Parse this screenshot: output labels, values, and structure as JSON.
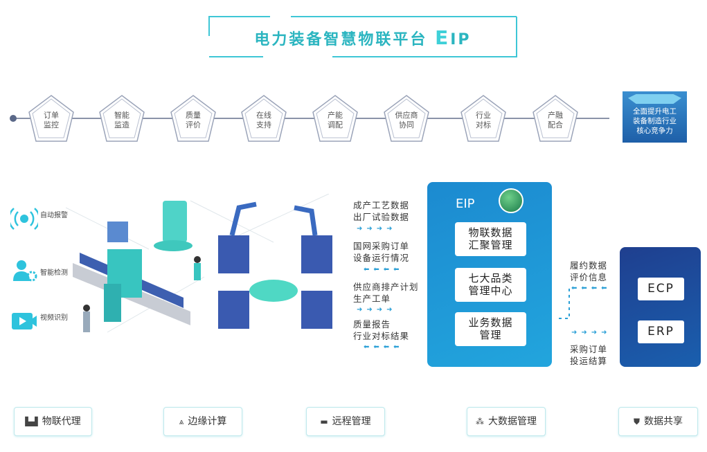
{
  "title": {
    "main": "电力装备智慧物联平台",
    "suffix_e": "E",
    "suffix_rest": "IP"
  },
  "timeline": {
    "steps": [
      "订单\n监控",
      "智能\n监造",
      "质量\n评价",
      "在线\n支持",
      "产能\n调配",
      "供应商\n协同",
      "行业\n对标",
      "产融\n配合"
    ],
    "goal": "全面提升电工\n装备制造行业\n核心竞争力"
  },
  "illustration": {
    "features": [
      "自动报警",
      "智能检测",
      "视频识别"
    ]
  },
  "flows_left": [
    "成产工艺数据\n出厂试验数据",
    "国网采购订单\n设备运行情况",
    "供应商排产计划\n生产工单",
    "质量报告\n行业对标结果"
  ],
  "eip": {
    "label": "EIP",
    "modules": [
      "物联数据\n汇聚管理",
      "七大品类\n管理中心",
      "业务数据\n管理"
    ]
  },
  "flows_right": [
    "履约数据\n评价信息",
    "采购订单\n投运结算"
  ],
  "systems": [
    "ECP",
    "ERP"
  ],
  "capabilities": [
    {
      "icon": "factory-icon",
      "label": "物联代理"
    },
    {
      "icon": "tower-icon",
      "label": "边缘计算"
    },
    {
      "icon": "server-icon",
      "label": "远程管理"
    },
    {
      "icon": "cluster-icon",
      "label": "大数据管理"
    },
    {
      "icon": "user-share-icon",
      "label": "数据共享"
    }
  ],
  "colors": {
    "accent": "#2bb5c0",
    "eip_blue": "#1c8ad0",
    "dark_blue": "#1f3f8f"
  }
}
